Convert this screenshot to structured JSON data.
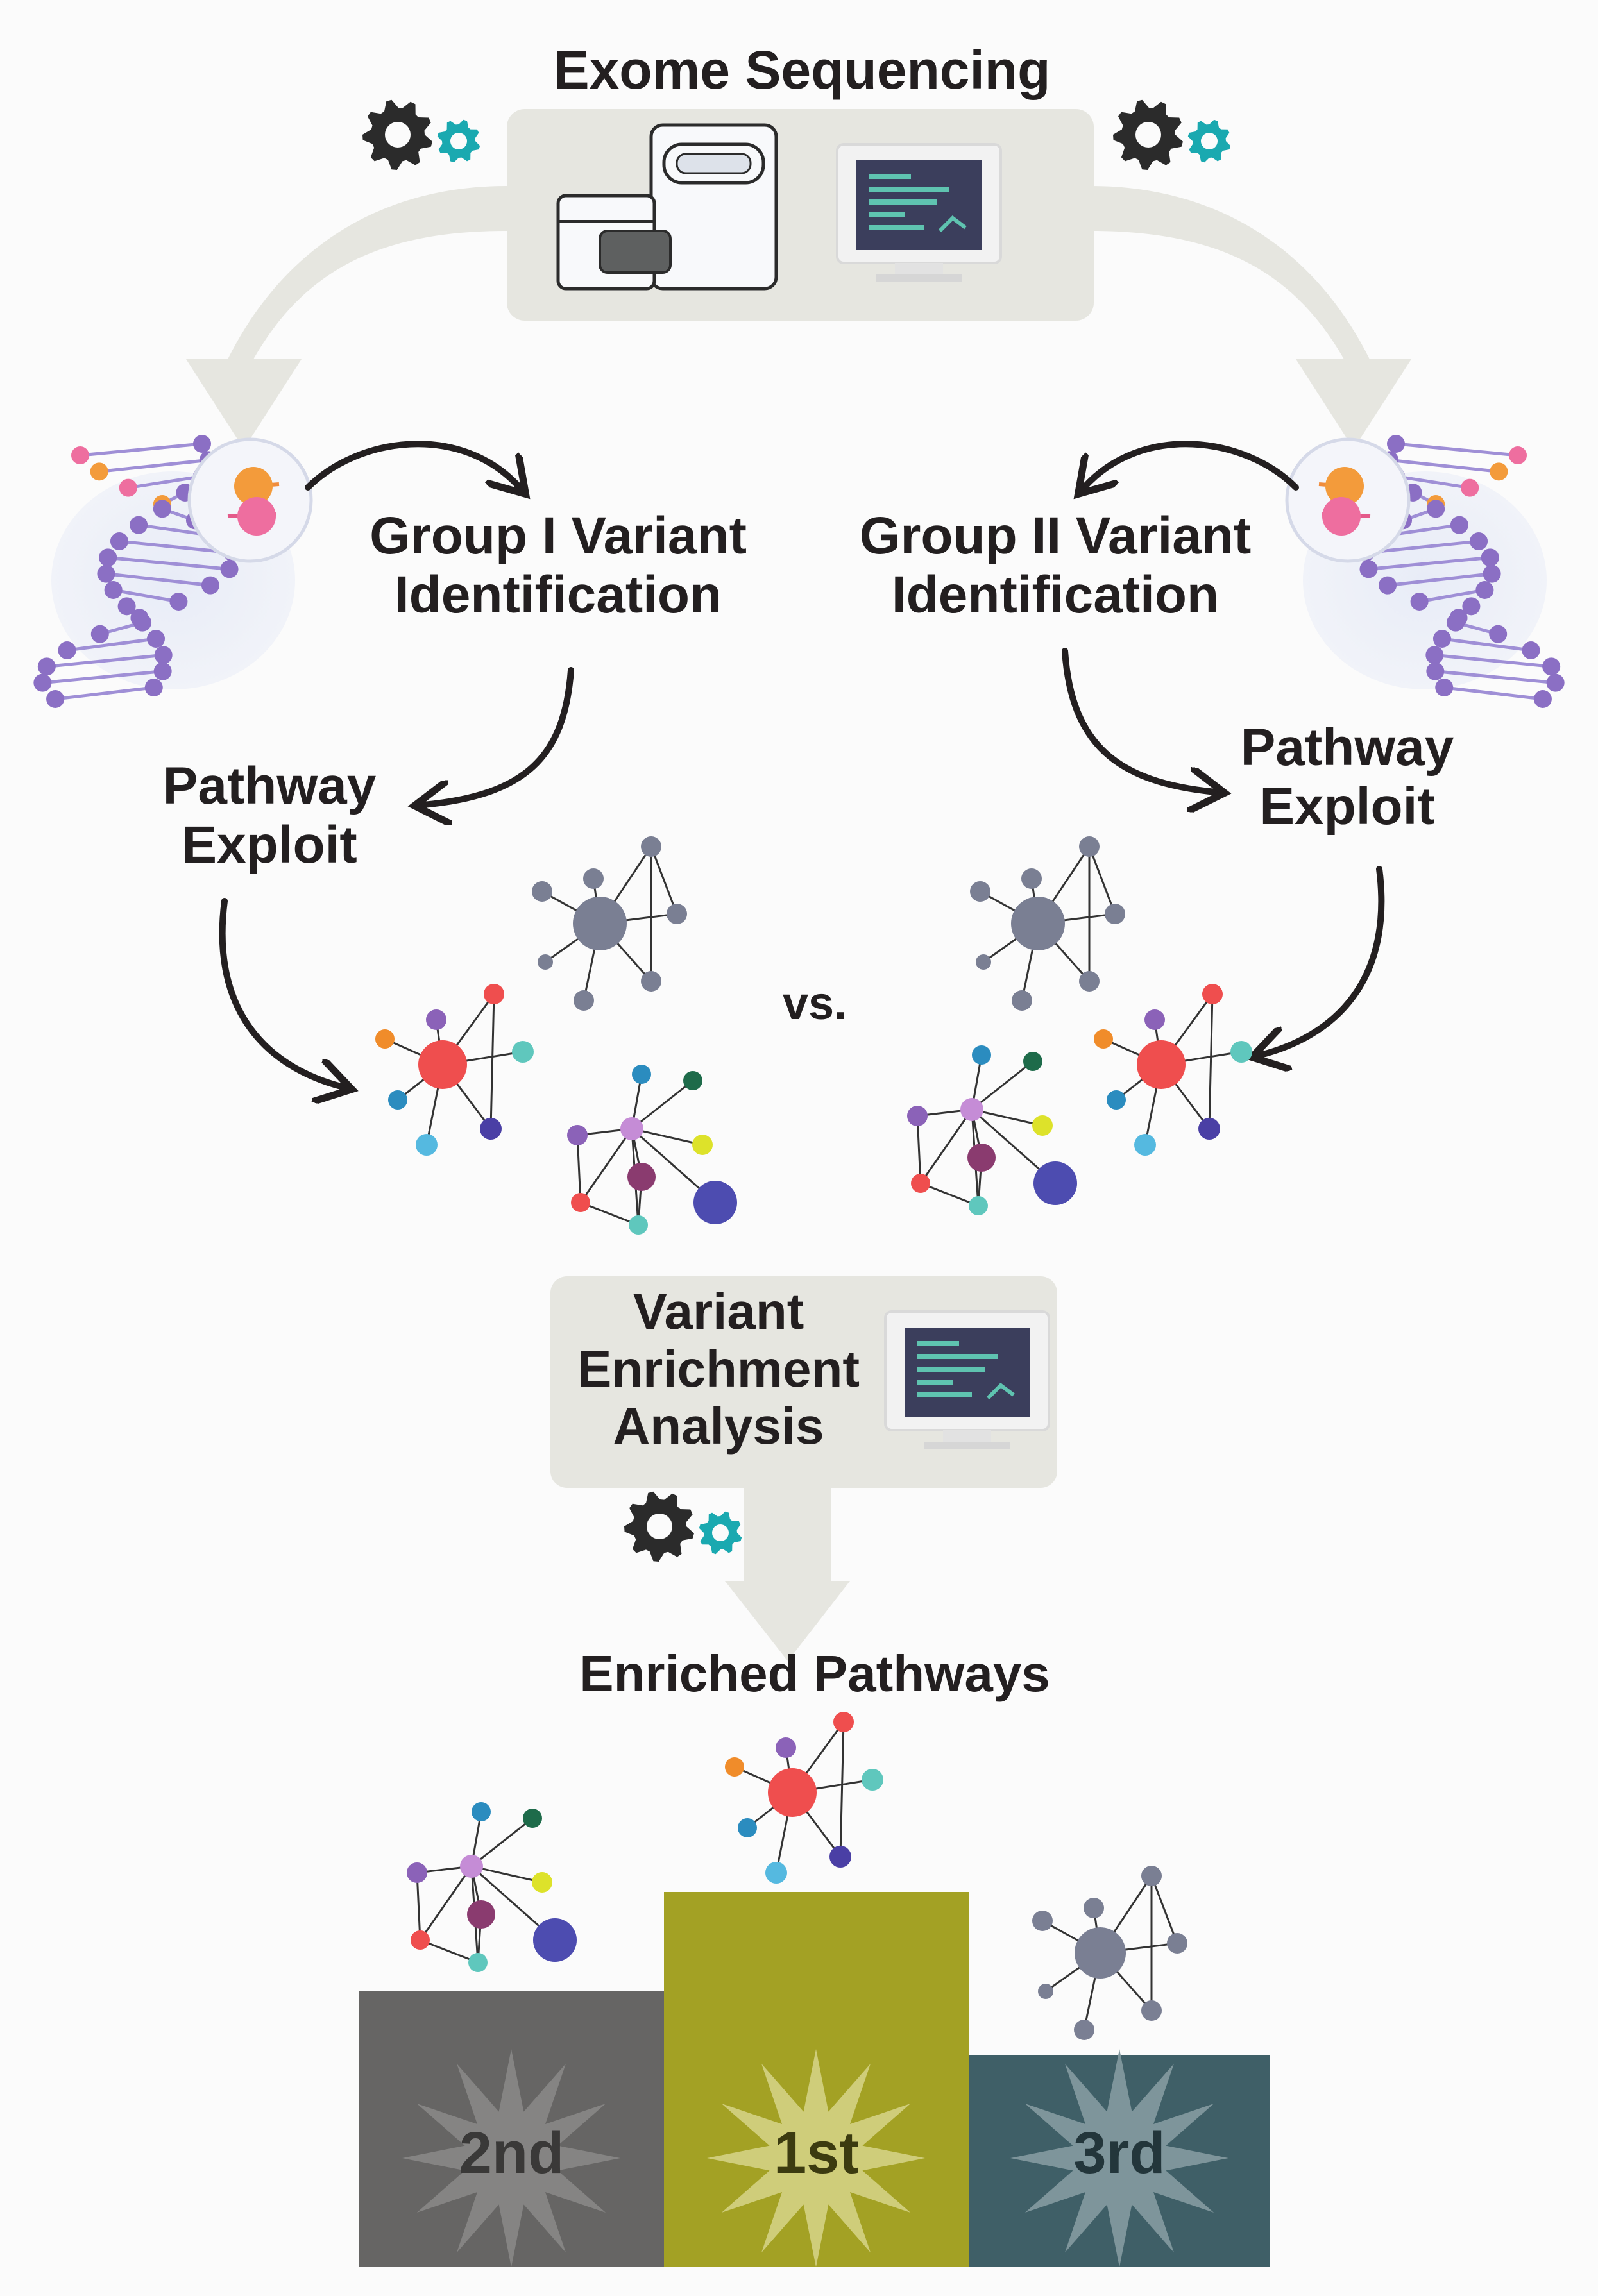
{
  "title": "Exome Sequencing",
  "group1": {
    "line1": "Group I Variant",
    "line2": "Identification"
  },
  "group2": {
    "line1": "Group II Variant",
    "line2": "Identification"
  },
  "pathway_left": {
    "line1": "Pathway",
    "line2": "Exploit"
  },
  "pathway_right": {
    "line1": "Pathway",
    "line2": "Exploit"
  },
  "vs": "vs.",
  "enrichment": {
    "line1": "Variant",
    "line2": "Enrichment",
    "line3": "Analysis"
  },
  "enriched_pathways": "Enriched Pathways",
  "podium": {
    "second": "2nd",
    "first": "1st",
    "third": "3rd"
  },
  "colors": {
    "arrow_gray": "#e6e6e0",
    "box_gray": "#ebebe6",
    "gear_dark": "#2b2b2b",
    "gear_teal": "#1aa9b0",
    "podium_second": "#666564",
    "podium_first": "#a3a124",
    "podium_third": "#3f5f67",
    "dna_purple": "#8b6fc4"
  }
}
